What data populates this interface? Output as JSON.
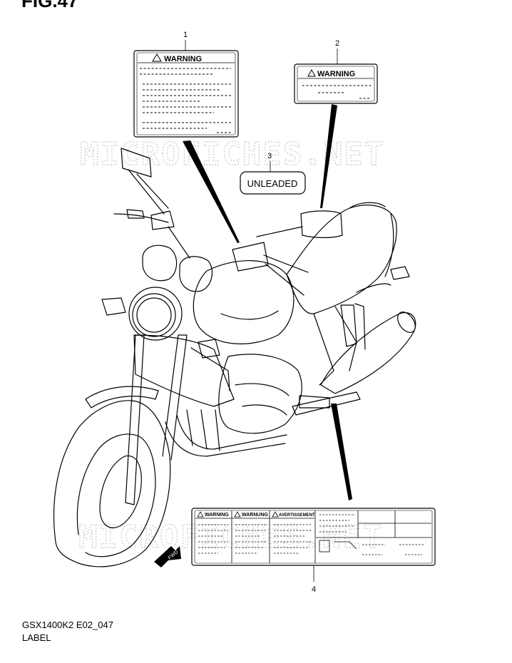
{
  "figure": {
    "title": "FIG.47",
    "model_code": "GSX1400K2 E02_047",
    "caption": "LABEL"
  },
  "callouts": [
    "1",
    "2",
    "3",
    "4"
  ],
  "labels": {
    "label1_title": "WARNING",
    "label2_title": "WARNING",
    "label3_text": "UNLEADED",
    "label4_titles": [
      "WARNING",
      "WARNUNG",
      "AVERTISSEMENT"
    ]
  },
  "direction_mark": "FWD",
  "watermark": "MICROFICHES.NET",
  "colors": {
    "line": "#000000",
    "watermark": "#d0d0d0",
    "background": "#ffffff"
  }
}
